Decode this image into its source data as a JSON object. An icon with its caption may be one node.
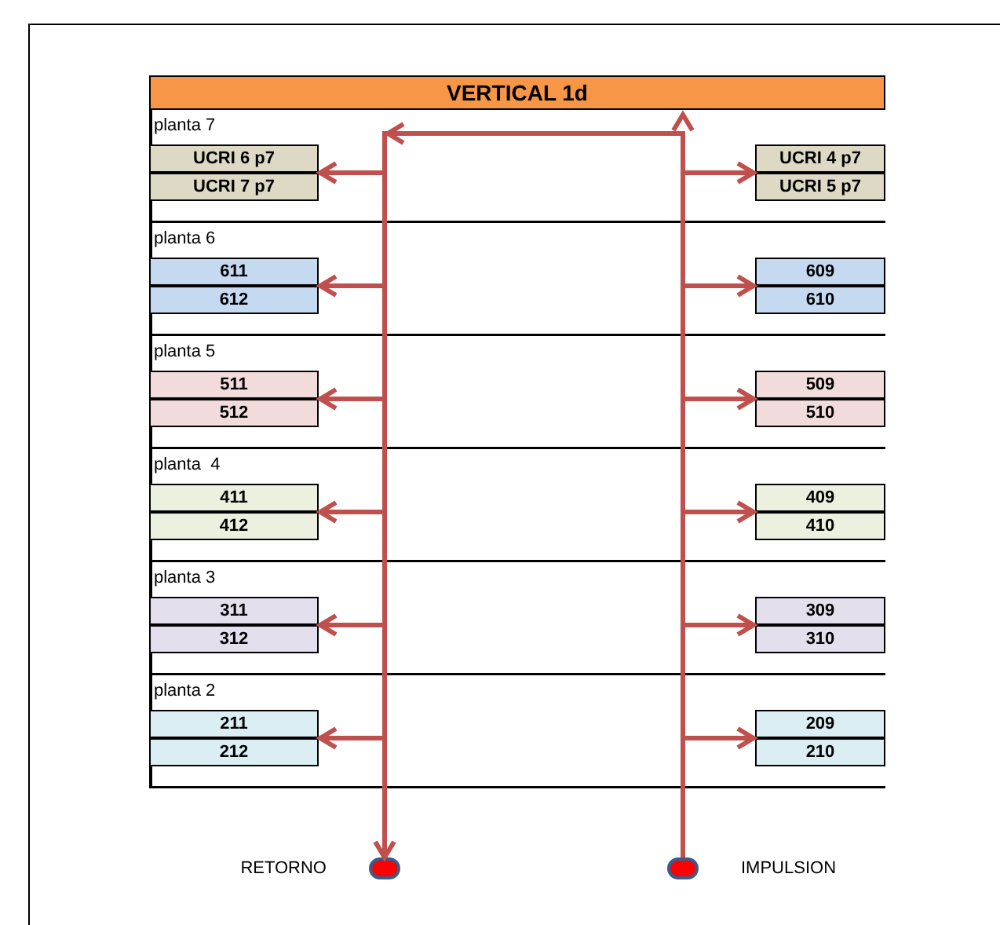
{
  "diagram": {
    "nodes": [
      {
        "text": [
          "VERTICAL 1d"
        ]
      },
      {
        "text": [
          "planta 7"
        ]
      },
      {
        "text": [
          "UCRI 6 p7"
        ],
        "in": 1
      },
      {
        "text": [
          "UCRI 4 p7"
        ],
        "in": 1
      },
      {
        "text": [
          "UCRI 7 p7"
        ],
        "in": 1
      },
      {
        "text": [
          "UCRI 5 p7"
        ],
        "in": 1
      },
      {
        "text": [
          "planta 6"
        ]
      },
      {
        "text": [
          "611"
        ],
        "in": 6
      },
      {
        "text": [
          "609"
        ],
        "in": 6
      },
      {
        "text": [
          "612"
        ],
        "in": 6
      },
      {
        "text": [
          "610"
        ],
        "in": 6
      },
      {
        "text": [
          "planta 5"
        ]
      },
      {
        "text": [
          "511"
        ],
        "in": 11
      },
      {
        "text": [
          "509"
        ],
        "in": 11
      },
      {
        "text": [
          "512"
        ],
        "in": 11
      },
      {
        "text": [
          "510"
        ],
        "in": 11
      },
      {
        "text": [
          "planta  4"
        ]
      },
      {
        "text": [
          "411"
        ],
        "in": 16
      },
      {
        "text": [
          "409"
        ],
        "in": 16
      },
      {
        "text": [
          "412"
        ],
        "in": 16
      },
      {
        "text": [
          "410"
        ],
        "in": 16
      },
      {
        "text": [
          "planta 3"
        ]
      },
      {
        "text": [
          "311"
        ],
        "in": 21
      },
      {
        "text": [
          "309"
        ],
        "in": 21
      },
      {
        "text": [
          "312"
        ],
        "in": 21
      },
      {
        "text": [
          "310"
        ],
        "in": 21
      },
      {
        "text": [
          "planta 2"
        ]
      },
      {
        "text": [
          "211"
        ],
        "in": 26
      },
      {
        "text": [
          "209"
        ],
        "in": 26
      },
      {
        "text": [
          "212"
        ],
        "in": 26
      },
      {
        "text": [
          "210"
        ],
        "in": 26
      },
      {
        "text": [],
        "shape": "circle",
        "beside": [
          "RETORNO"
        ]
      },
      {
        "text": [],
        "shape": "circle",
        "beside": [
          "IMPULSION"
        ]
      }
    ],
    "edges": [
      {
        "from": 32,
        "to": 31,
        "arrow": "to"
      },
      {
        "from": null,
        "to": 2,
        "arrow": "to"
      },
      {
        "from": null,
        "to": 3,
        "arrow": "to"
      },
      {
        "from": null,
        "to": 7,
        "arrow": "to"
      },
      {
        "from": null,
        "to": 8,
        "arrow": "to"
      },
      {
        "from": null,
        "to": 12,
        "arrow": "to"
      },
      {
        "from": null,
        "to": 13,
        "arrow": "to"
      },
      {
        "from": null,
        "to": 17,
        "arrow": "to"
      },
      {
        "from": null,
        "to": 18,
        "arrow": "to"
      },
      {
        "from": null,
        "to": 22,
        "arrow": "to"
      },
      {
        "from": null,
        "to": 23,
        "arrow": "to"
      },
      {
        "from": null,
        "to": 27,
        "arrow": "to"
      },
      {
        "from": null,
        "to": 28,
        "arrow": "to"
      }
    ]
  }
}
